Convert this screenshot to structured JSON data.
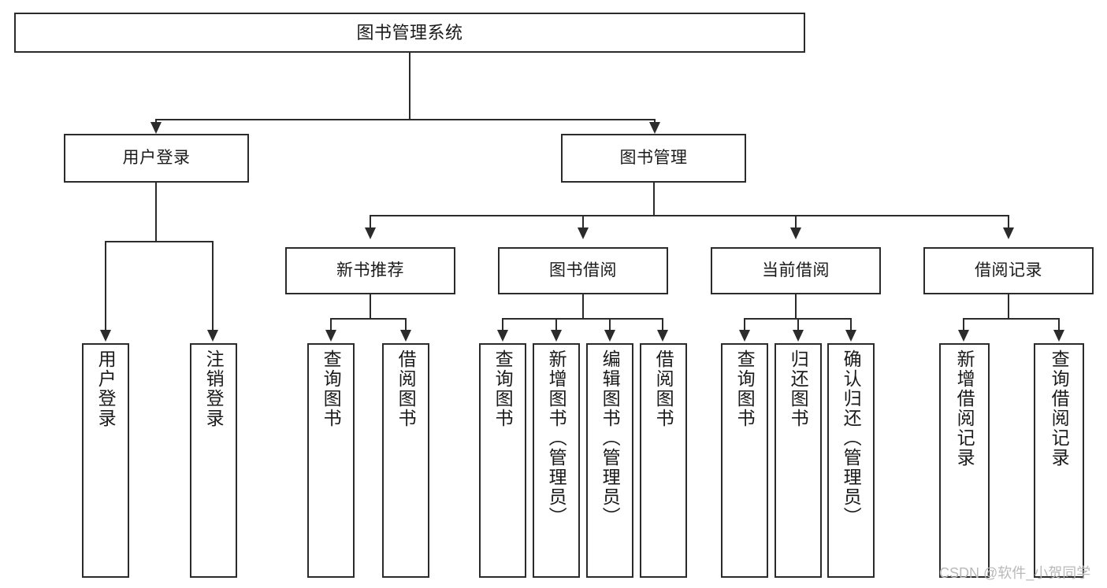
{
  "diagram": {
    "title": "图书管理系统",
    "levels": {
      "root": "图书管理系统",
      "level2": [
        "用户登录",
        "图书管理"
      ],
      "level3": [
        "新书推荐",
        "图书借阅",
        "当前借阅",
        "借阅记录"
      ]
    },
    "nodes": {
      "root": "图书管理系统",
      "user_login": "用户登录",
      "book_manage": "图书管理",
      "new_book_rec": "新书推荐",
      "book_borrow": "图书借阅",
      "current_borrow": "当前借阅",
      "borrow_record": "借阅记录",
      "leaf_user_login": "用户登录",
      "leaf_logout": "注销登录",
      "leaf_query_book_1": "查询图书",
      "leaf_borrow_book_1": "借阅图书",
      "leaf_query_book_2": "查询图书",
      "leaf_add_book_admin": "新增图书（管理员）",
      "leaf_edit_book_admin": "编辑图书（管理员）",
      "leaf_borrow_book_2": "借阅图书",
      "leaf_query_book_3": "查询图书",
      "leaf_return_book": "归还图书",
      "leaf_confirm_return_admin": "确认归还（管理员）",
      "leaf_add_record": "新增借阅记录",
      "leaf_query_record": "查询借阅记录"
    },
    "watermark": "CSDN @软件_小贺同学",
    "colors": {
      "stroke": "#2b2b2b",
      "fill": "#ffffff",
      "text": "#1a1a1a",
      "watermark": "#b9b9b9"
    }
  }
}
